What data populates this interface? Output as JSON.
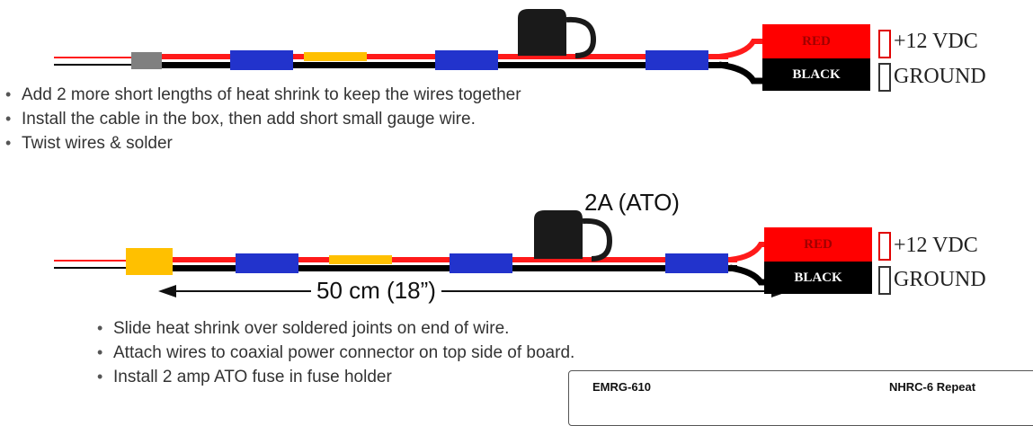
{
  "cable_top": {
    "connector_red_label": "RED",
    "connector_black_label": "BLACK",
    "positive_label": "+12 VDC",
    "ground_label": "GROUND"
  },
  "steps_top": [
    "Add 2 more short lengths of heat shrink to keep the wires together",
    "Install the cable in the box, then add short small gauge wire.",
    "Twist wires & solder"
  ],
  "cable_bottom": {
    "fuse_label": "2A (ATO)",
    "length_label": "50 cm (18”)",
    "connector_red_label": "RED",
    "connector_black_label": "BLACK",
    "positive_label": "+12 VDC",
    "ground_label": "GROUND"
  },
  "steps_bottom": [
    "Slide heat shrink over soldered joints on end of wire.",
    "Attach wires to coaxial power connector on top side of board.",
    "Install 2 amp ATO fuse in fuse holder"
  ],
  "doc_box": {
    "left_text": "EMRG-610",
    "right_text": "NHRC-6 Repeat"
  },
  "colors": {
    "wire_red": "#ff1a1a",
    "wire_black": "#000000",
    "heat_shrink_blue": "#2233cc",
    "heat_shrink_yellow": "#ffc000",
    "heat_shrink_gray": "#808080",
    "fuse_holder": "#1a1a1a"
  }
}
